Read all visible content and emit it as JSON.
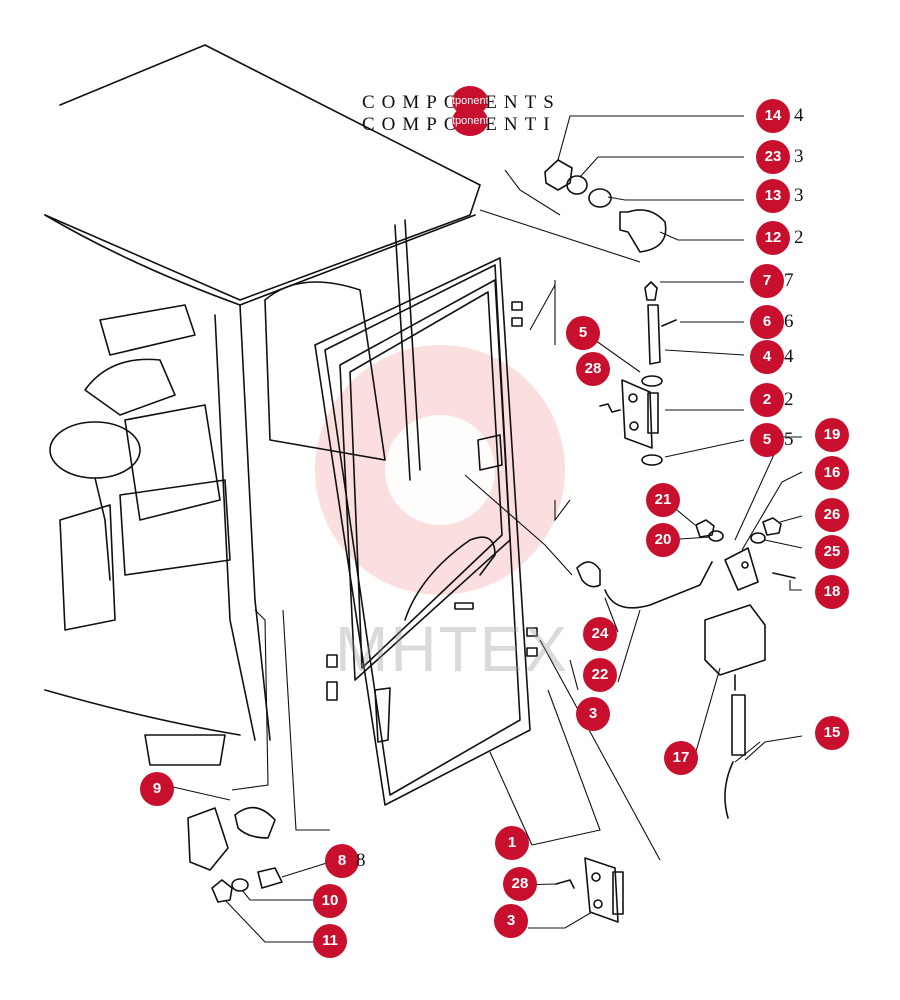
{
  "header": {
    "line1": "COMPONENTS",
    "line2": "COMPONENTI",
    "overlay_label": "tponent"
  },
  "watermark": "MHTEX",
  "colors": {
    "callout_red": "#c8102e",
    "line": "#111111",
    "watermark_gear": "#e84c4c"
  },
  "callouts": [
    {
      "label": "14",
      "qty": "4"
    },
    {
      "label": "23",
      "qty": "3"
    },
    {
      "label": "13",
      "qty": "3"
    },
    {
      "label": "12",
      "qty": "2"
    },
    {
      "label": "7",
      "qty": "7"
    },
    {
      "label": "6",
      "qty": "6"
    },
    {
      "label": "4",
      "qty": "4"
    },
    {
      "label": "5",
      "qty": ""
    },
    {
      "label": "28",
      "qty": ""
    },
    {
      "label": "2",
      "qty": "2"
    },
    {
      "label": "5",
      "qty": "5"
    },
    {
      "label": "19",
      "qty": ""
    },
    {
      "label": "16",
      "qty": ""
    },
    {
      "label": "21",
      "qty": ""
    },
    {
      "label": "26",
      "qty": ""
    },
    {
      "label": "20",
      "qty": ""
    },
    {
      "label": "25",
      "qty": ""
    },
    {
      "label": "18",
      "qty": ""
    },
    {
      "label": "24",
      "qty": ""
    },
    {
      "label": "22",
      "qty": ""
    },
    {
      "label": "3",
      "qty": ""
    },
    {
      "label": "17",
      "qty": ""
    },
    {
      "label": "15",
      "qty": ""
    },
    {
      "label": "9",
      "qty": ""
    },
    {
      "label": "1",
      "qty": ""
    },
    {
      "label": "8",
      "qty": "8"
    },
    {
      "label": "28",
      "qty": ""
    },
    {
      "label": "10",
      "qty": ""
    },
    {
      "label": "11",
      "qty": ""
    },
    {
      "label": "3",
      "qty": ""
    }
  ]
}
